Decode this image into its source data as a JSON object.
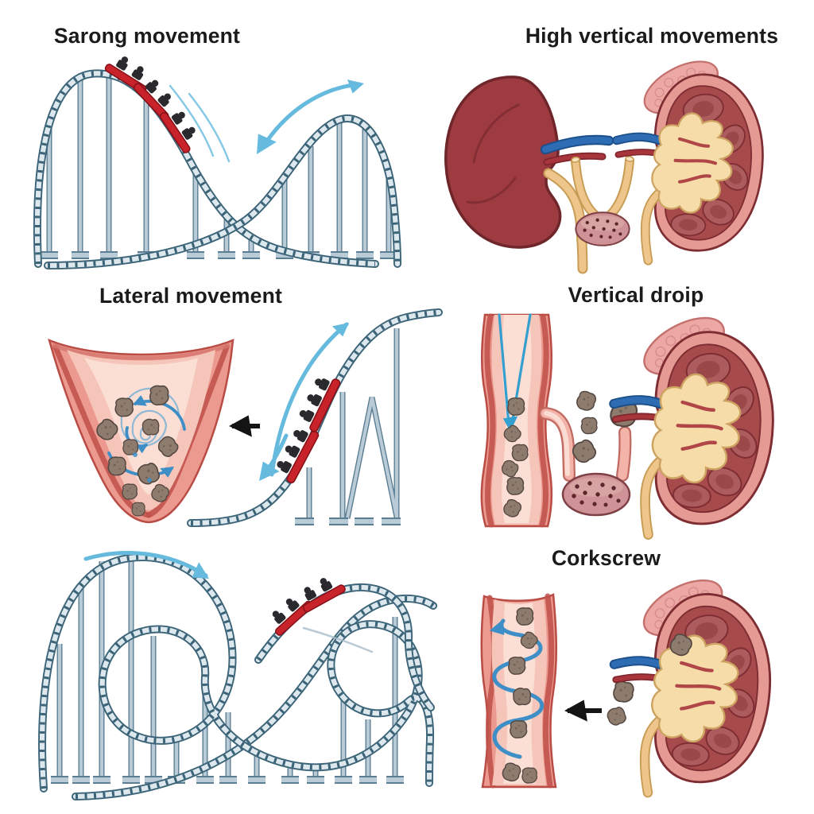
{
  "panels": [
    {
      "id": "strong-movement",
      "title": "Sarong movement"
    },
    {
      "id": "high-vertical-movements",
      "title": "High vertical movements"
    },
    {
      "id": "lateral-movement",
      "title": "Lateral movement"
    },
    {
      "id": "vertical-drop",
      "title": "Vertical droip"
    },
    {
      "id": "loop-coaster",
      "title": ""
    },
    {
      "id": "corkscrew",
      "title": "Corkscrew"
    }
  ],
  "icons": {
    "curved-motion-arrow": "light-blue curved double-headed arrow",
    "left-arrow": "black straight arrow pointing left",
    "swirl-arrow": "blue spiral arrows",
    "drop-arrow": "blue V-shaped drop arrow",
    "corkscrew-arrow": "blue corkscrew coil arrow pointing up"
  },
  "colors": {
    "background": "#ffffff",
    "title-text": "#1b1b1b",
    "track-dark": "#3c6478",
    "track-light": "#dde8ee",
    "support": "#b9cbd6",
    "support-dark": "#5c7e93",
    "train-red": "#c8232b",
    "train-edge": "#871118",
    "train-dark": "#2a2a2e",
    "swoosh-blue": "#66bade",
    "swirl-blue": "#3e8fc7",
    "swirl-thin": "#8fb9d4",
    "drop-blue": "#359fcf",
    "speed-gray": "#a9bcc8",
    "arrow-black": "#141414",
    "vessel-outline": "#b94c45",
    "vessel-wall": "#ec9a90",
    "vessel-band": "#c0504a",
    "vessel-lip": "#d4766e",
    "vessel-inner": "#f6c5ba",
    "vessel-core": "#fbded4",
    "branch-outline": "#c06a62",
    "branch-fill": "#f3b3a9",
    "branch-core": "#fbdcd2",
    "stone-fill": "#8d7b6d",
    "stone-outline": "#544741",
    "stone-spot": "#6d5f53",
    "kidney-solid": "#9e3b41",
    "kidney-solid-dark": "#6f262b",
    "kidney-crease": "#7a2b30",
    "kidney-rim": "#e59a93",
    "kidney-cortex": "#a64a4c",
    "kidney-pyramid": "#ad5c5e",
    "pyramid-shade": "#974446",
    "kidney-dark": "#7e2d33",
    "pelvis-cream": "#f6dca8",
    "pelvis-outline": "#cda361",
    "ureter-tan": "#eec68c",
    "ureter-outline": "#c79c55",
    "tube-open": "#f7e3c0",
    "vein-blue": "#2e6db4",
    "vein-dark": "#1d4f8a",
    "artery-red": "#a8353c",
    "artery-dark": "#7e262c",
    "adrenal-pink": "#eba8a4",
    "adrenal-outline": "#c4706d",
    "pouch-fill": "#cf9296",
    "pouch-outline": "#7e3f45",
    "pouch-dot": "#5a252b",
    "pouch-sheen": "#e0b0ae"
  }
}
